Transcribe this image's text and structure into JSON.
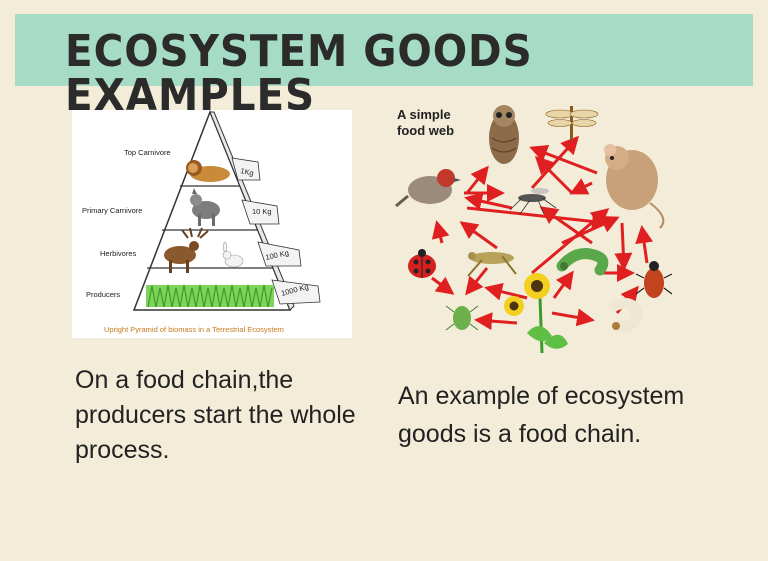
{
  "title": "ECOSYSTEM GOODS EXAMPLES",
  "pyramid": {
    "levels": [
      {
        "label": "Top Carnivore",
        "mass": "1Kg"
      },
      {
        "label": "Primary Carnivore",
        "mass": "10 Kg"
      },
      {
        "label": "Herbivores",
        "mass": "100 Kg"
      },
      {
        "label": "Producers",
        "mass": "1000 Kg"
      }
    ],
    "caption": "Upright Pyramid of biomass in a Terrestrial Ecosystem"
  },
  "food_web": {
    "title_line1": "A simple",
    "title_line2": "food web",
    "organisms": [
      "owl",
      "dragonfly",
      "bird",
      "mouse",
      "mosquito",
      "ladybug",
      "grasshopper",
      "caterpillar",
      "beetle",
      "aphid",
      "sunflower",
      "grub"
    ]
  },
  "captions": {
    "left": "On a food chain,the producers start the whole process.",
    "right": "An example of ecosystem goods is a food chain."
  },
  "colors": {
    "banner": "#a6dcc5",
    "background": "#f3ecd9",
    "arrow": "#e02020",
    "caption_text": "#c8781e"
  }
}
